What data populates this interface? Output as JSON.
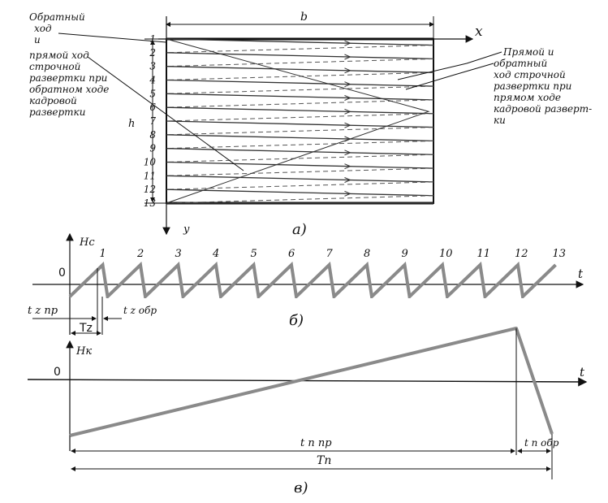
{
  "raster": {
    "width_label": "b",
    "height_label": "h",
    "x_axis": "x",
    "y_axis": "y",
    "line_numbers": [
      "1",
      "2",
      "3",
      "4",
      "5",
      "6",
      "7",
      "8",
      "9",
      "10",
      "11",
      "12",
      "13"
    ],
    "left_note_1": [
      "Обратный",
      "ход",
      "и"
    ],
    "left_note_2": [
      "прямой ход",
      "строчной",
      "развертки при",
      "обратном ходе",
      "кадровой",
      "развертки"
    ],
    "right_note": [
      "Прямой и",
      "обратный",
      "ход строчной",
      "развертки  при",
      "прямом  ходе",
      "кадровой разверт-",
      "ки"
    ],
    "caption": "а)"
  },
  "line_scan": {
    "y_axis": "Hc",
    "zero": "0",
    "t_axis": "t",
    "peak_labels": [
      "1",
      "2",
      "3",
      "4",
      "5",
      "6",
      "7",
      "8",
      "9",
      "10",
      "11",
      "12",
      "13"
    ],
    "tz_forward": "t z пр",
    "tz_return": "t z обр",
    "period": "Tz",
    "caption": "б)"
  },
  "frame_scan": {
    "y_axis": "Hк",
    "zero": "0",
    "t_axis": "t",
    "forward": "t n пр",
    "return": "t n обр",
    "period": "Tn",
    "caption": "в)"
  },
  "colors": {
    "ink": "#111111",
    "signal": "#8a8a8a"
  }
}
